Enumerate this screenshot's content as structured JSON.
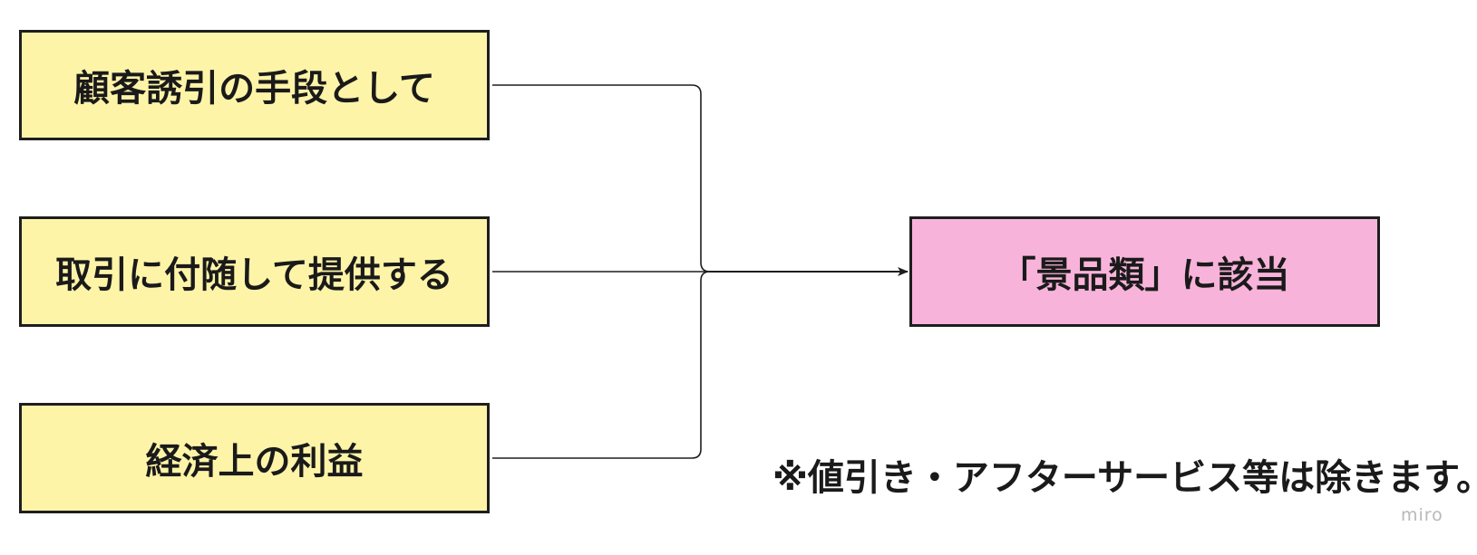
{
  "conditions": [
    {
      "label": "顧客誘引の手段として"
    },
    {
      "label": "取引に付随して提供する"
    },
    {
      "label": "経済上の利益"
    }
  ],
  "result": {
    "label": "「景品類」に該当"
  },
  "note": "※値引き・アフターサービス等は除きます。",
  "watermark": "miro",
  "colors": {
    "condition_fill": "#fef4a8",
    "result_fill": "#f8b3db",
    "border": "#1e1e1e",
    "connector": "#1e1e1e"
  }
}
